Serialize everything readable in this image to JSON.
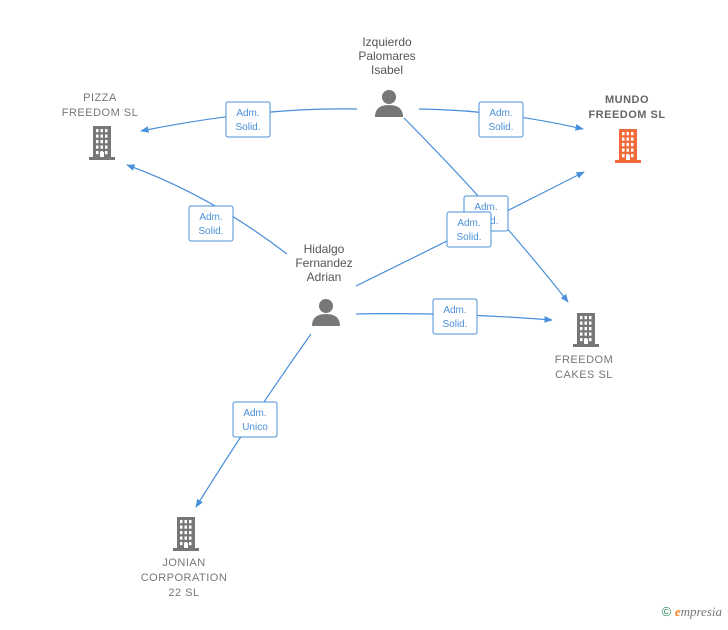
{
  "colors": {
    "edge": "#4a8fd9",
    "building_default": "#777777",
    "building_primary": "#f26b3a",
    "person": "#777777"
  },
  "people": [
    {
      "id": "izquierdo",
      "name": "izquierdo-person",
      "label_lines": [
        "Izquierdo",
        "Palomares",
        "Isabel"
      ],
      "icon": "person-icon"
    },
    {
      "id": "hidalgo",
      "name": "hidalgo-person",
      "label_lines": [
        "Hidalgo",
        "Fernandez",
        "Adrian"
      ],
      "icon": "person-icon"
    }
  ],
  "companies": [
    {
      "id": "pizza",
      "name": "pizza-freedom-company",
      "label_lines": [
        "PIZZA",
        "FREEDOM  SL"
      ],
      "primary": false,
      "icon": "building-icon"
    },
    {
      "id": "mundo",
      "name": "mundo-freedom-company",
      "label_lines": [
        "MUNDO",
        "FREEDOM  SL"
      ],
      "primary": true,
      "icon": "building-icon"
    },
    {
      "id": "cakes",
      "name": "freedom-cakes-company",
      "label_lines": [
        "FREEDOM",
        "CAKES  SL"
      ],
      "primary": false,
      "icon": "building-icon"
    },
    {
      "id": "jonian",
      "name": "jonian-corporation-company",
      "label_lines": [
        "JONIAN",
        "CORPORATION",
        "22  SL"
      ],
      "primary": false,
      "icon": "building-icon"
    }
  ],
  "edges": [
    {
      "id": "e1",
      "from": "izquierdo",
      "to": "pizza",
      "label_lines": [
        "Adm.",
        "Solid."
      ]
    },
    {
      "id": "e2",
      "from": "izquierdo",
      "to": "mundo",
      "label_lines": [
        "Adm.",
        "Solid."
      ]
    },
    {
      "id": "e3",
      "from": "izquierdo",
      "to": "cakes",
      "label_lines": [
        "Adm.",
        "Solid."
      ]
    },
    {
      "id": "e4",
      "from": "hidalgo",
      "to": "pizza",
      "label_lines": [
        "Adm.",
        "Solid."
      ]
    },
    {
      "id": "e5",
      "from": "hidalgo",
      "to": "mundo",
      "label_lines": [
        "Adm.",
        "Solid."
      ]
    },
    {
      "id": "e6",
      "from": "hidalgo",
      "to": "cakes",
      "label_lines": [
        "Adm.",
        "Solid."
      ]
    },
    {
      "id": "e7",
      "from": "hidalgo",
      "to": "jonian",
      "label_lines": [
        "Adm.",
        "Unico"
      ]
    }
  ],
  "footer": {
    "copyright_symbol": "©",
    "brand_initial": "e",
    "brand_rest": "mpresia"
  }
}
